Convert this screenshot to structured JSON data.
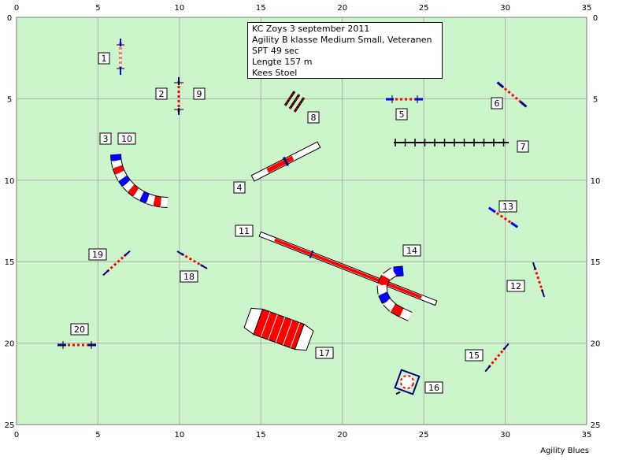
{
  "course": {
    "info_lines": [
      "KC Zoys 3 september 2011",
      "Agility B klasse Medium Small, Veteranen",
      "SPT 49 sec",
      "Lengte 157 m",
      "Kees Stoel"
    ],
    "footer": "Agility Blues"
  },
  "axes": {
    "x_ticks": [
      "0",
      "5",
      "10",
      "15",
      "20",
      "25",
      "30",
      "35"
    ],
    "y_ticks": [
      "0",
      "5",
      "10",
      "15",
      "20",
      "25"
    ]
  },
  "obstacles": [
    {
      "number": "1",
      "type": "jump"
    },
    {
      "number": "2",
      "type": "jump"
    },
    {
      "number": "3",
      "type": "tunnel"
    },
    {
      "number": "4",
      "type": "seesaw"
    },
    {
      "number": "5",
      "type": "jump"
    },
    {
      "number": "6",
      "type": "jump"
    },
    {
      "number": "7",
      "type": "weave-poles"
    },
    {
      "number": "8",
      "type": "triple-jump"
    },
    {
      "number": "9",
      "type": "jump"
    },
    {
      "number": "10",
      "type": "tunnel"
    },
    {
      "number": "11",
      "type": "dog-walk"
    },
    {
      "number": "12",
      "type": "jump"
    },
    {
      "number": "13",
      "type": "jump"
    },
    {
      "number": "14",
      "type": "tunnel"
    },
    {
      "number": "15",
      "type": "jump"
    },
    {
      "number": "16",
      "type": "tire"
    },
    {
      "number": "17",
      "type": "collapsed-tunnel"
    },
    {
      "number": "18",
      "type": "jump"
    },
    {
      "number": "19",
      "type": "jump"
    },
    {
      "number": "20",
      "type": "jump"
    }
  ],
  "colors": {
    "field": "#ccf5cc",
    "grid": "#b0b0b0",
    "red": "#ff0000",
    "blue": "#0000ff",
    "dark_blue": "#000080",
    "white": "#ffffff"
  }
}
